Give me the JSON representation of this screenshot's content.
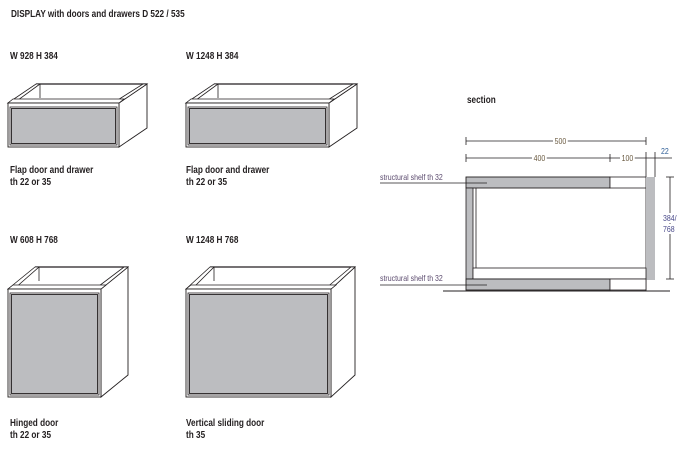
{
  "title": "DISPLAY with doors and drawers D 522 / 535",
  "cabinets": [
    {
      "size": "W 928 H 384",
      "type": "Flap door and drawer",
      "thickness": "th 22 or 35"
    },
    {
      "size": "W 1248 H 384",
      "type": "Flap door and drawer",
      "thickness": "th 22 or 35"
    },
    {
      "size": "W 608 H 768",
      "type": "Hinged door",
      "thickness": "th 22 or 35"
    },
    {
      "size": "W 1248 H 768",
      "type": "Vertical sliding door",
      "thickness": "th 35"
    }
  ],
  "section": {
    "title": "section",
    "depth_total": "500",
    "depth_inner": "400",
    "depth_rear": "100",
    "back_thickness": "22",
    "height_line1": "384/",
    "height_line2": "768",
    "shelf_top_label": "structural shelf th 32",
    "shelf_bottom_label": "structural shelf th 32"
  },
  "colors": {
    "panel_gray": "#bcbdc0",
    "line": "#231f20",
    "label_purple": "#5b4a6e",
    "dim_brown": "#6a5a40",
    "dim_blue": "#2d5d96"
  }
}
